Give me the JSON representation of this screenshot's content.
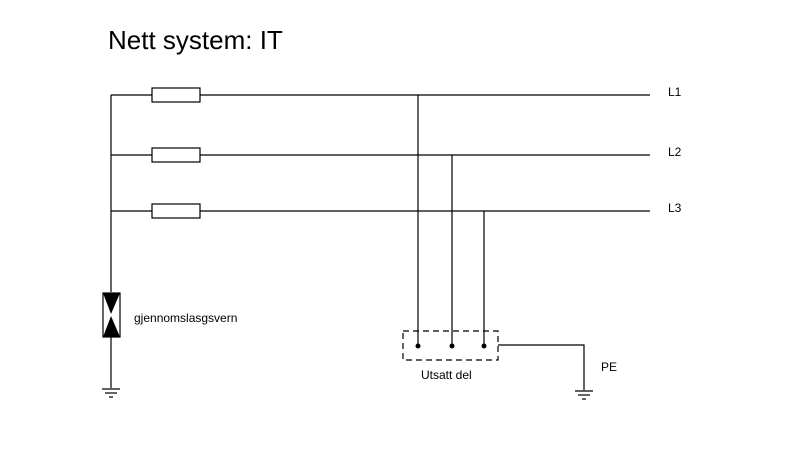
{
  "title": "Nett system: IT",
  "phases": [
    {
      "label": "L1"
    },
    {
      "label": "L2"
    },
    {
      "label": "L3"
    }
  ],
  "surge_protector_label": "gjennomslasgsvern",
  "exposed_part_label": "Utsatt del",
  "pe_label": "PE",
  "icons": [
    "fuse-icon",
    "surge-arrester-icon",
    "ground-icon"
  ]
}
